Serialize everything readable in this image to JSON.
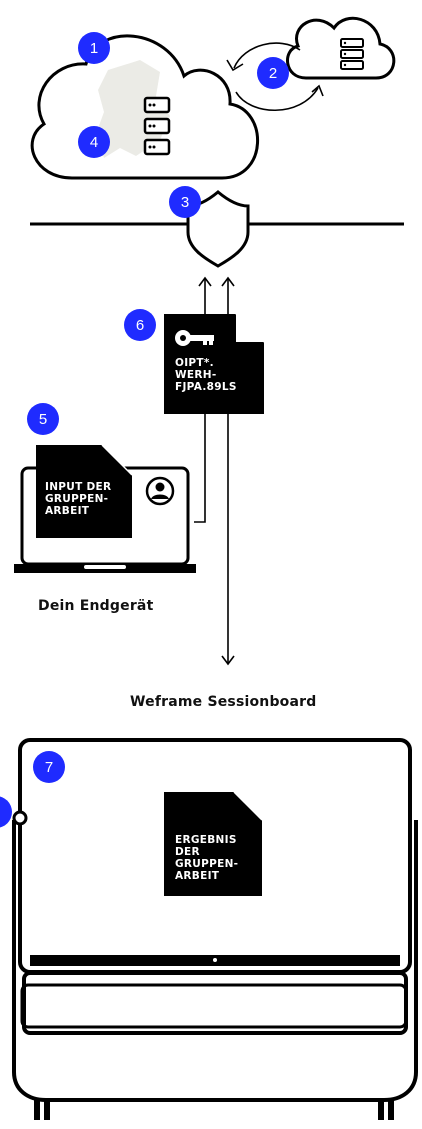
{
  "colors": {
    "accent": "#1f2bff",
    "ink": "#000000",
    "cloud_map": "#ebebe6"
  },
  "badges": {
    "b1": "1",
    "b2": "2",
    "b3": "3",
    "b4": "4",
    "b5": "5",
    "b6": "6",
    "b7": "7"
  },
  "key_document": {
    "lines": "OIPT*.\nWERH-\nFJPA.89LS"
  },
  "input_document": {
    "lines": "INPUT DER\nGRUPPEN-\nARBEIT"
  },
  "result_document": {
    "lines": "ERGEBNIS\nDER\nGRUPPEN-\nARBEIT"
  },
  "labels": {
    "device": "Dein Endgerät",
    "sessionboard": "Weframe Sessionboard"
  },
  "icons": [
    "cloud-icon",
    "server-icon",
    "sync-arrows-icon",
    "shield-icon",
    "key-icon",
    "user-avatar-icon",
    "laptop-icon",
    "camera-icon"
  ]
}
